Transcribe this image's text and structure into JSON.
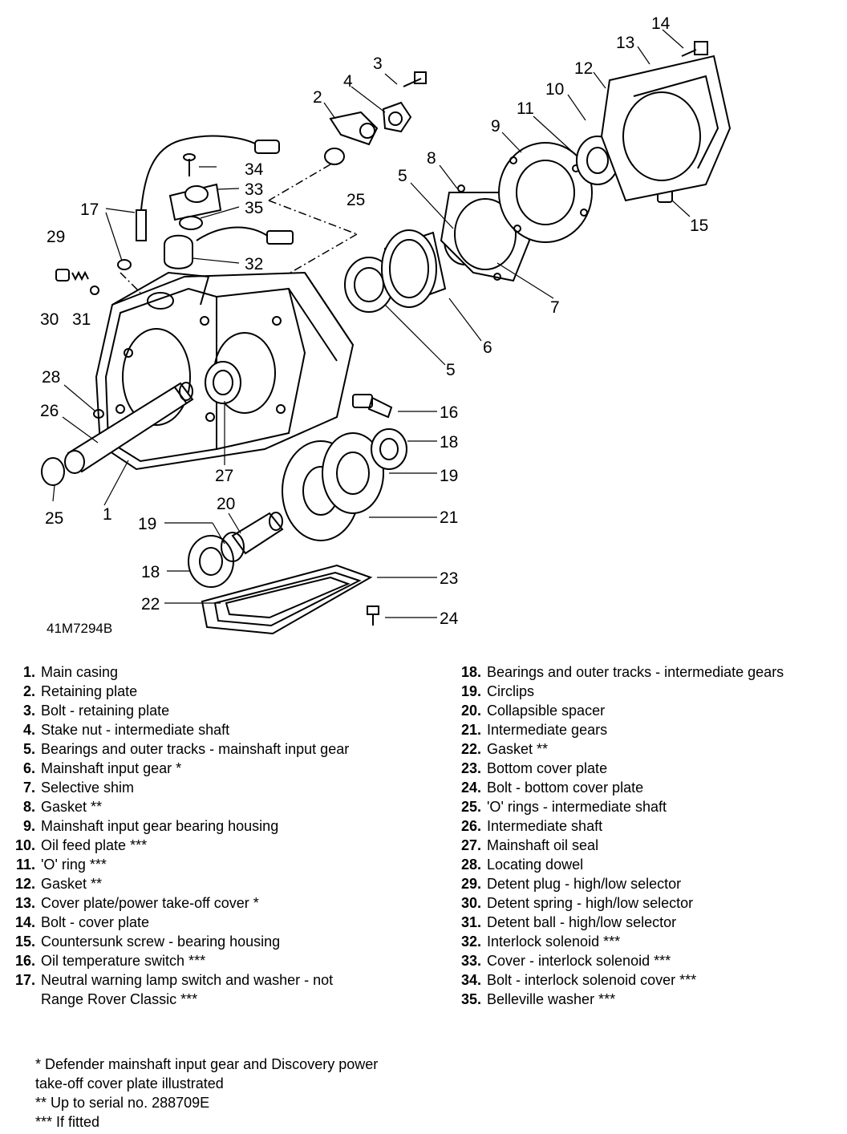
{
  "figure_ref": "41M7294B",
  "callouts": {
    "c1": "1",
    "c2": "2",
    "c3": "3",
    "c4": "4",
    "c5a": "5",
    "c5b": "5",
    "c6": "6",
    "c7": "7",
    "c8": "8",
    "c9": "9",
    "c10": "10",
    "c11": "11",
    "c12": "12",
    "c13": "13",
    "c14": "14",
    "c15": "15",
    "c16": "16",
    "c17": "17",
    "c18a": "18",
    "c18b": "18",
    "c19a": "19",
    "c19b": "19",
    "c20": "20",
    "c21": "21",
    "c22": "22",
    "c23": "23",
    "c24": "24",
    "c25a": "25",
    "c25b": "25",
    "c26": "26",
    "c27": "27",
    "c28": "28",
    "c29": "29",
    "c30": "30",
    "c31": "31",
    "c32": "32",
    "c33": "33",
    "c34": "34",
    "c35": "35"
  },
  "legend_left": [
    {
      "num": "1.",
      "text": "Main casing"
    },
    {
      "num": "2.",
      "text": "Retaining plate"
    },
    {
      "num": "3.",
      "text": "Bolt - retaining plate"
    },
    {
      "num": "4.",
      "text": "Stake nut - intermediate shaft"
    },
    {
      "num": "5.",
      "text": "Bearings and outer tracks - mainshaft input gear"
    },
    {
      "num": "6.",
      "text": "Mainshaft input gear *"
    },
    {
      "num": "7.",
      "text": "Selective shim"
    },
    {
      "num": "8.",
      "text": "Gasket **"
    },
    {
      "num": "9.",
      "text": "Mainshaft input gear bearing housing"
    },
    {
      "num": "10.",
      "text": "Oil feed plate ***"
    },
    {
      "num": "11.",
      "text": "'O' ring ***"
    },
    {
      "num": "12.",
      "text": "Gasket **"
    },
    {
      "num": "13.",
      "text": "Cover plate/power take-off cover *"
    },
    {
      "num": "14.",
      "text": "Bolt - cover plate"
    },
    {
      "num": "15.",
      "text": "Countersunk screw - bearing housing"
    },
    {
      "num": "16.",
      "text": "Oil temperature switch ***"
    },
    {
      "num": "17.",
      "text": "Neutral warning lamp switch and washer - not Range Rover Classic ***"
    }
  ],
  "legend_right": [
    {
      "num": "18.",
      "text": "Bearings and outer tracks - intermediate gears"
    },
    {
      "num": "19.",
      "text": "Circlips"
    },
    {
      "num": "20.",
      "text": "Collapsible spacer"
    },
    {
      "num": "21.",
      "text": "Intermediate gears"
    },
    {
      "num": "22.",
      "text": "Gasket **"
    },
    {
      "num": "23.",
      "text": "Bottom cover plate"
    },
    {
      "num": "24.",
      "text": "Bolt - bottom cover plate"
    },
    {
      "num": "25.",
      "text": "'O' rings - intermediate shaft"
    },
    {
      "num": "26.",
      "text": "Intermediate shaft"
    },
    {
      "num": "27.",
      "text": "Mainshaft oil seal"
    },
    {
      "num": "28.",
      "text": "Locating dowel"
    },
    {
      "num": "29.",
      "text": "Detent plug - high/low selector"
    },
    {
      "num": "30.",
      "text": "Detent spring - high/low selector"
    },
    {
      "num": "31.",
      "text": "Detent ball - high/low selector"
    },
    {
      "num": "32.",
      "text": "Interlock solenoid ***"
    },
    {
      "num": "33.",
      "text": "Cover - interlock solenoid ***"
    },
    {
      "num": "34.",
      "text": "Bolt - interlock solenoid cover ***"
    },
    {
      "num": "35.",
      "text": "Belleville washer ***"
    }
  ],
  "footnotes": [
    "* Defender mainshaft input gear and Discovery power take-off cover plate illustrated",
    "** Up to serial no. 288709E",
    "*** If fitted"
  ]
}
